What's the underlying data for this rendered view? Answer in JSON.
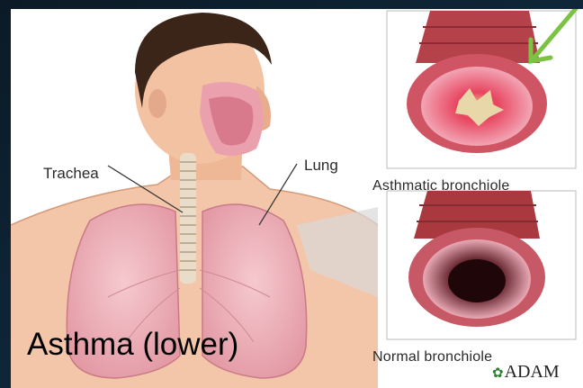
{
  "labels": {
    "trachea": "Trachea",
    "lung": "Lung",
    "asthmatic": "Asthmatic bronchiole",
    "normal": "Normal bronchiole"
  },
  "caption": "Asthma (lower)",
  "logo": {
    "text": "ADAM"
  },
  "colors": {
    "background_dark": "#0b1a26",
    "lung": "#f0b6bd",
    "skin": "#f2c2a3",
    "hair": "#3b2418",
    "arrow": "#7cc243",
    "bronchiole_wall": "#b5424a"
  }
}
